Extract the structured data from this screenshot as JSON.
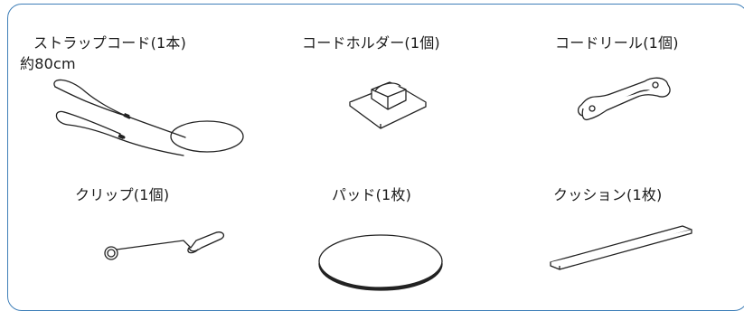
{
  "items": [
    {
      "name": "ストラップコード(1本)",
      "note": "約80cm"
    },
    {
      "name": "コードホルダー(1個)"
    },
    {
      "name": "コードリール(1個)"
    },
    {
      "name": "クリップ(1個)"
    },
    {
      "name": "パッド(1枚)"
    },
    {
      "name": "クッション(1枚)"
    }
  ],
  "colors": {
    "frame": "#3f7fb8",
    "line": "#222222"
  }
}
